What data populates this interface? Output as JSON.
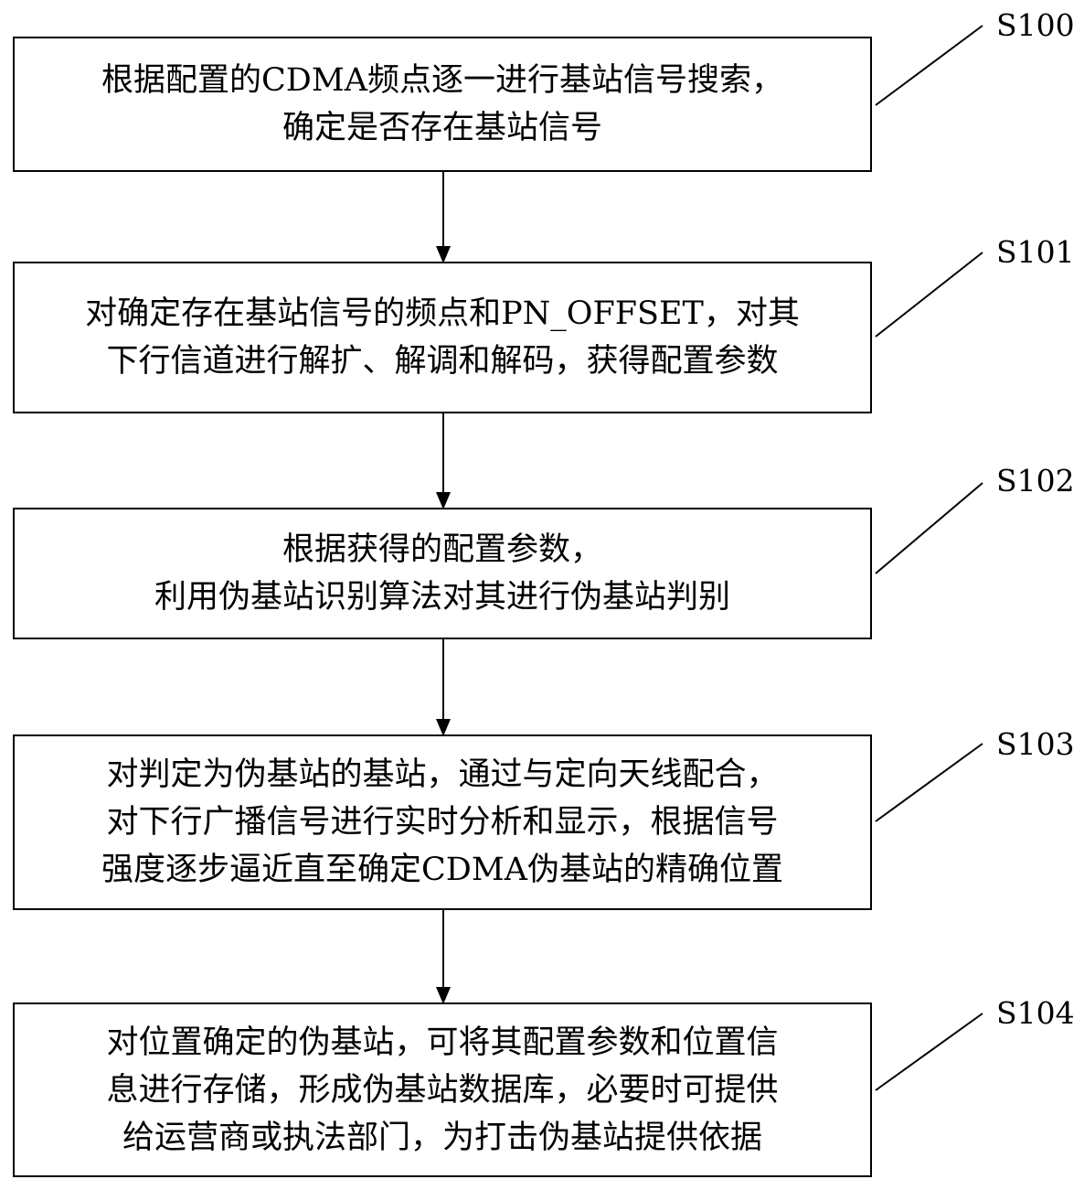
{
  "steps": [
    {
      "label": "S100",
      "lines": [
        "根据配置的CDMA频点逐一进行基站信号搜索，",
        "确定是否存在基站信号"
      ]
    },
    {
      "label": "S101",
      "lines": [
        "对确定存在基站信号的频点和PN_OFFSET，对其",
        "下行信道进行解扩、解调和解码，获得配置参数"
      ]
    },
    {
      "label": "S102",
      "lines": [
        "根据获得的配置参数，",
        "利用伪基站识别算法对其进行伪基站判别"
      ]
    },
    {
      "label": "S103",
      "lines": [
        "对判定为伪基站的基站，通过与定向天线配合，",
        "对下行广播信号进行实时分析和显示，根据信号",
        "强度逐步逼近直至确定CDMA伪基站的精确位置"
      ]
    },
    {
      "label": "S104",
      "lines": [
        "对位置确定的伪基站，可将其配置参数和位置信",
        "息进行存储，形成伪基站数据库，必要时可提供",
        "给运营商或执法部门，为打击伪基站提供依据"
      ]
    }
  ]
}
